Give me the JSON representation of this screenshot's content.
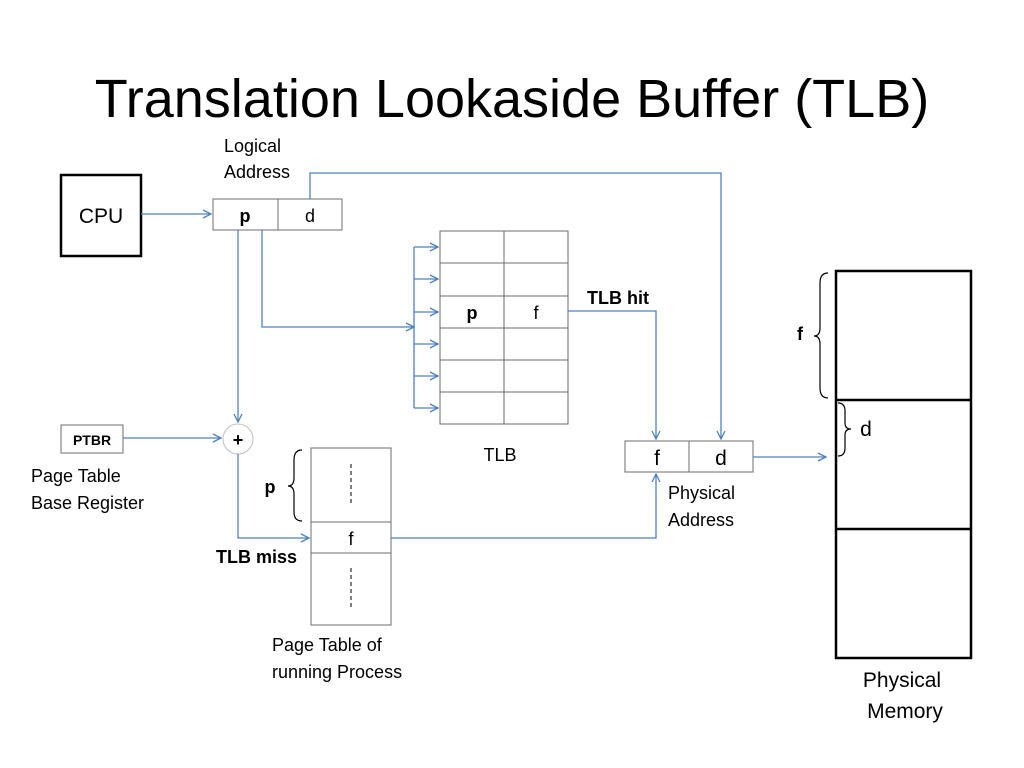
{
  "title": "Translation Lookaside Buffer (TLB)",
  "labels": {
    "cpu": "CPU",
    "logical_address_line1": "Logical",
    "logical_address_line2": "Address",
    "logical_p": "p",
    "logical_d": "d",
    "ptbr": "PTBR",
    "ptbr_caption_line1": "Page Table",
    "ptbr_caption_line2": "Base Register",
    "adder": "+",
    "tlb_entry_p": "p",
    "tlb_entry_f": "f",
    "tlb_caption": "TLB",
    "tlb_hit": "TLB hit",
    "tlb_miss": "TLB miss",
    "page_table_p": "p",
    "page_table_f": "f",
    "page_table_caption_line1": "Page Table of",
    "page_table_caption_line2": "running Process",
    "physical_f": "f",
    "physical_d": "d",
    "physical_address_line1": "Physical",
    "physical_address_line2": "Address",
    "memory_f": "f",
    "memory_d": "d",
    "physical_memory_line1": "Physical",
    "physical_memory_line2": "Memory"
  },
  "colors": {
    "arrow": "#4f81bd",
    "border": "#000000",
    "grid": "#6d6d6d"
  }
}
